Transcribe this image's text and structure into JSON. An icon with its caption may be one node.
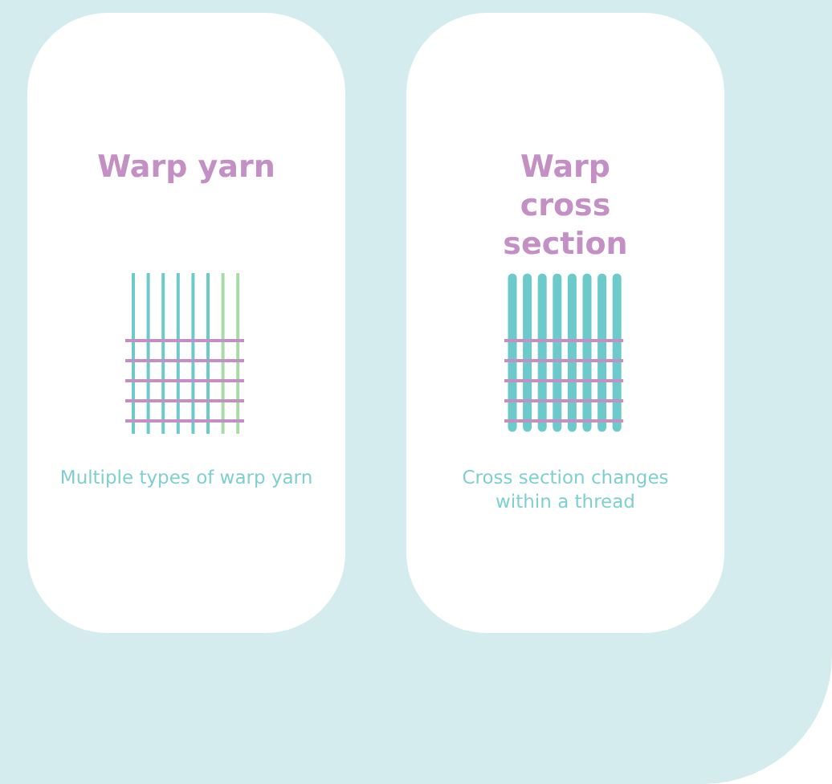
{
  "diagram": {
    "nodes": [
      {
        "text": [
          "Warp yarn",
          "Multiple types of warp yarn"
        ]
      },
      {
        "text": [
          "Warp cross section",
          "Cross section changes within a thread"
        ]
      }
    ]
  }
}
